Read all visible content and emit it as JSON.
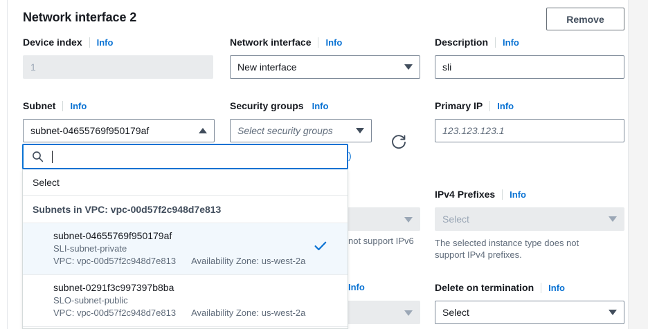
{
  "panel": {
    "title": "Network interface 2",
    "remove_label": "Remove"
  },
  "fields": {
    "device_index": {
      "label": "Device index",
      "info": "Info",
      "value": "1",
      "disabled": true
    },
    "network_interface": {
      "label": "Network interface",
      "info": "Info",
      "value": "New interface"
    },
    "description": {
      "label": "Description",
      "info": "Info",
      "value": "sli"
    },
    "subnet": {
      "label": "Subnet",
      "info": "Info",
      "value": "subnet-04655769f950179af",
      "expanded": true
    },
    "security_groups": {
      "label": "Security groups",
      "info": "Info",
      "placeholder": "Select security groups"
    },
    "primary_ip": {
      "label": "Primary IP",
      "info": "Info",
      "placeholder": "123.123.123.1"
    },
    "ipv4_prefixes": {
      "label": "IPv4 Prefixes",
      "info": "Info",
      "value": "Select",
      "disabled": true,
      "hint": "The selected instance type does not support IPv4 prefixes."
    },
    "delete_on_termination": {
      "label": "Delete on termination",
      "info": "Info",
      "value": "Select"
    }
  },
  "obscured": {
    "link_tail": ")",
    "ipv6_hint_tail": "not support IPv6",
    "info_label": "Info"
  },
  "subnet_dropdown": {
    "search_value": "",
    "select_row": "Select",
    "group_header": "Subnets in VPC: vpc-00d57f2c948d7e813",
    "options": [
      {
        "id": "subnet-04655769f950179af",
        "name": "SLI-subnet-private",
        "vpc": "VPC: vpc-00d57f2c948d7e813",
        "az": "Availability Zone: us-west-2a",
        "selected": true
      },
      {
        "id": "subnet-0291f3c997397b8ba",
        "name": "SLO-subnet-public",
        "vpc": "VPC: vpc-00d57f2c948d7e813",
        "az": "Availability Zone: us-west-2a",
        "selected": false
      }
    ]
  },
  "icons": {
    "refresh": "refresh-icon",
    "search": "search-icon",
    "check": "check-icon"
  },
  "colors": {
    "link": "#0972d3",
    "text": "#16191f",
    "muted": "#5f6b7a",
    "border": "#7d8998",
    "disabled_bg": "#e9ebed",
    "selected_bg": "#f2f8fd"
  }
}
